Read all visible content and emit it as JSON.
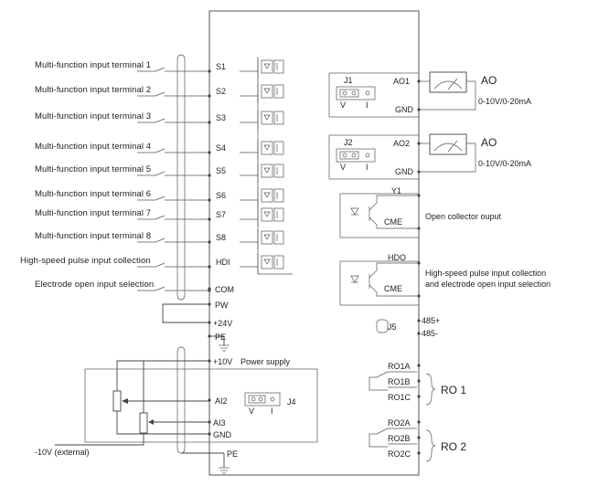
{
  "inputs": {
    "labels": [
      "Multi-function input terminal 1",
      "Multi-function input terminal 2",
      "Multi-function input terminal 3",
      "Multi-function input terminal 4",
      "Multi-function input terminal 5",
      "Multi-function input terminal 6",
      "Multi-function input terminal 7",
      "Multi-function input terminal 8",
      "High-speed pulse input collection",
      "Electrode open input selection"
    ],
    "terminals": [
      "S1",
      "S2",
      "S3",
      "S4",
      "S5",
      "S6",
      "S7",
      "S8",
      "HDI"
    ]
  },
  "common": {
    "com": "COM",
    "pw": "PW",
    "v24": "+24V",
    "pe": "PE"
  },
  "analog": {
    "v10": "+10V",
    "supply": "Power supply",
    "ai2": "AI2",
    "ai3": "AI3",
    "gnd": "GND",
    "pe": "PE",
    "j4": "J4",
    "v": "V",
    "i": "I",
    "neg10": "-10V  (external)"
  },
  "ao": [
    {
      "jumper": "J1",
      "v": "V",
      "i": "I",
      "terminal": "AO1",
      "gnd": "GND",
      "title": "AO",
      "range": "0-10V/0-20mA"
    },
    {
      "jumper": "J2",
      "v": "V",
      "i": "I",
      "terminal": "AO2",
      "gnd": "GND",
      "title": "AO",
      "range": "0-10V/0-20mA"
    }
  ],
  "outputs": {
    "y1": "Y1",
    "cme": "CME",
    "oc_desc": "Open collector ouput",
    "hdo": "HDO",
    "cme2": "CME",
    "hs_desc1": "High-speed pulse input collection",
    "hs_desc2": "and electrode open input selection",
    "j5": "J5",
    "p485": "485+",
    "n485": "485-"
  },
  "relays": [
    {
      "a": "RO1A",
      "b": "RO1B",
      "c": "RO1C",
      "name": "RO 1"
    },
    {
      "a": "RO2A",
      "b": "RO2B",
      "c": "RO2C",
      "name": "RO 2"
    }
  ]
}
